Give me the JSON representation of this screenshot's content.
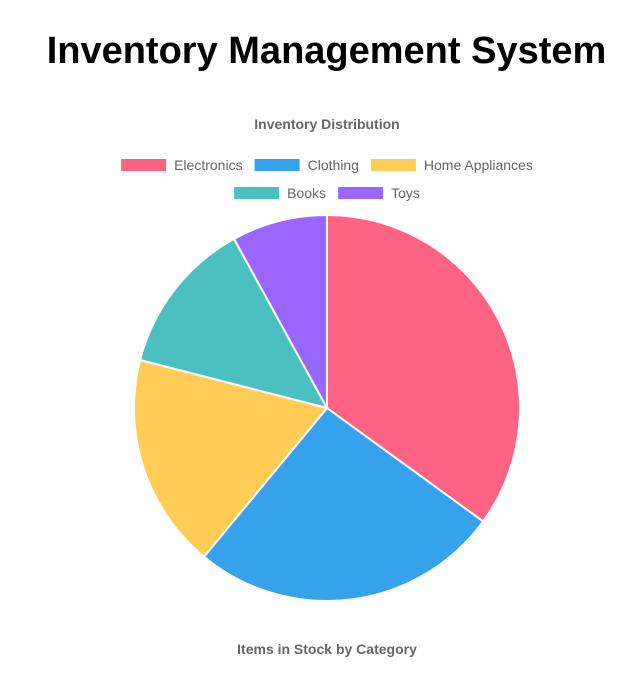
{
  "page": {
    "title": "Inventory Management System"
  },
  "chart_data": {
    "type": "pie",
    "title": "Inventory Distribution",
    "subtitle": "Items in Stock by Category",
    "legend_position": "top",
    "categories": [
      "Electronics",
      "Clothing",
      "Home Appliances",
      "Books",
      "Toys"
    ],
    "values": [
      35,
      26,
      18,
      13,
      8
    ],
    "colors": [
      "#ff6384",
      "#36a2eb",
      "#ffcd56",
      "#4bc0c0",
      "#9966ff"
    ],
    "text_color": "#666666"
  }
}
